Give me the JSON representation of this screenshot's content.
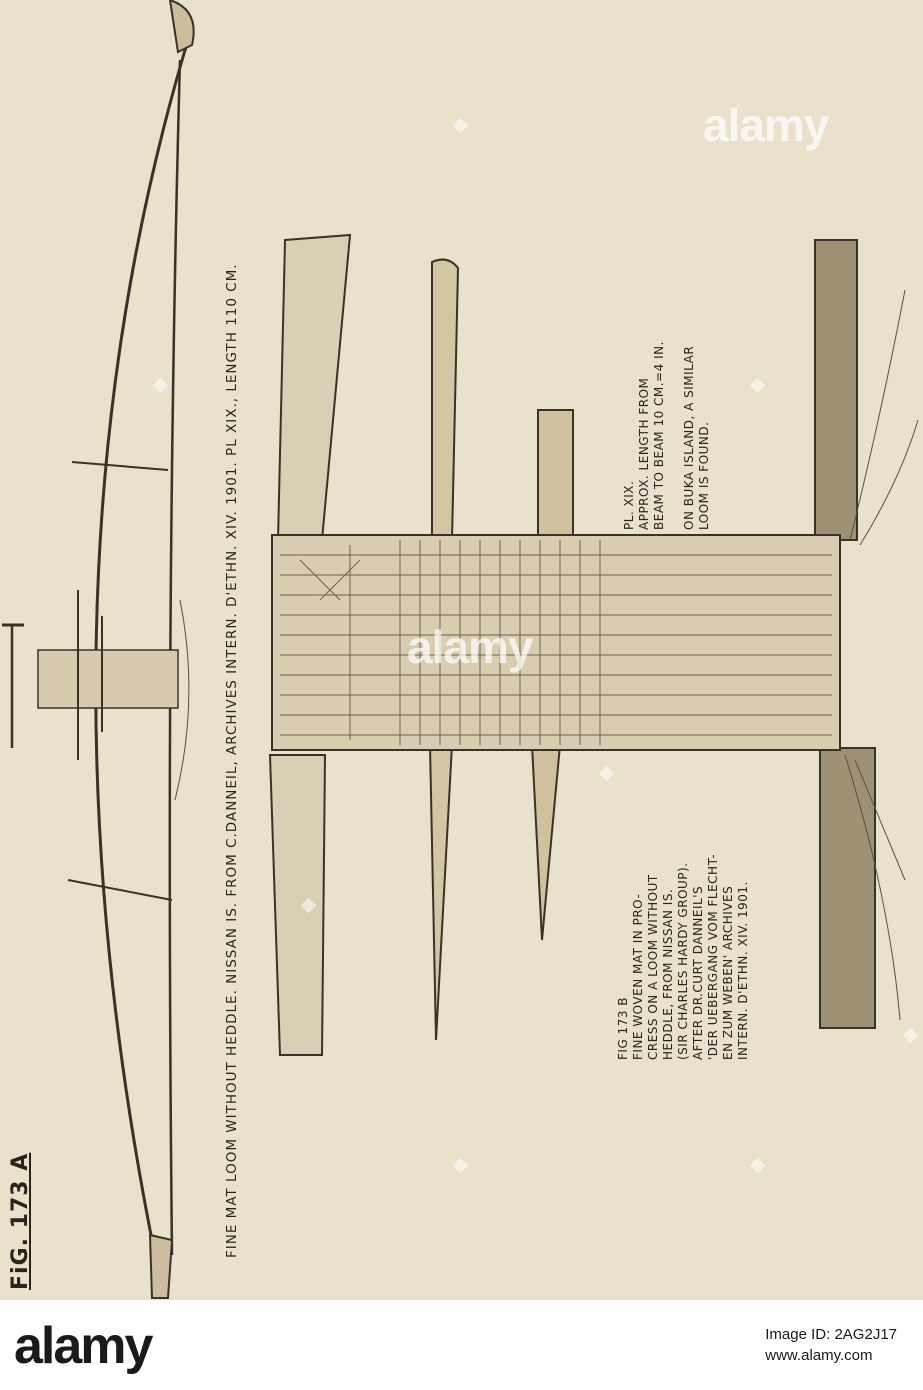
{
  "figure": {
    "fig_a_label": "FiG. 173 A",
    "fig_a_caption": "FINE MAT LOOM WITHOUT HEDDLE. NISSAN IS. FROM C.DANNEIL, ARCHIVES INTERN. D'ETHN. XIV. 1901. PL XIX., LENGTH 110 CM.",
    "fig_b_lines": [
      "FIG 173 B",
      "FINE WOVEN MAT IN PRO-",
      "CRESS ON A LOOM WITHOUT",
      "HEDDLE, FROM NISSAN IS.",
      "(SIR CHARLES HARDY GROUP).",
      "AFTER DR.CURT DANNEIL'S",
      "'DER UEBERGANG VOM FLECHT-",
      "EN ZUM WEBEN' ARCHIVES",
      "INTERN. D'ETHN. XIV. 1901."
    ],
    "note_lines": [
      "PL. XIX.",
      "APPROX. LENGTH FROM",
      "BEAM TO BEAM 10 CM.=4 IN.",
      "",
      "ON BUKA ISLAND, A SIMILAR",
      "LOOM IS FOUND."
    ]
  },
  "watermark": {
    "text": "alamy"
  },
  "footer": {
    "logo": "alamy",
    "image_id_label": "Image ID: 2AG2J17",
    "site": "www.alamy.com"
  },
  "colors": {
    "paper": "#e9e1cb",
    "ink": "#2a241c",
    "footer_bg": "#ffffff"
  }
}
